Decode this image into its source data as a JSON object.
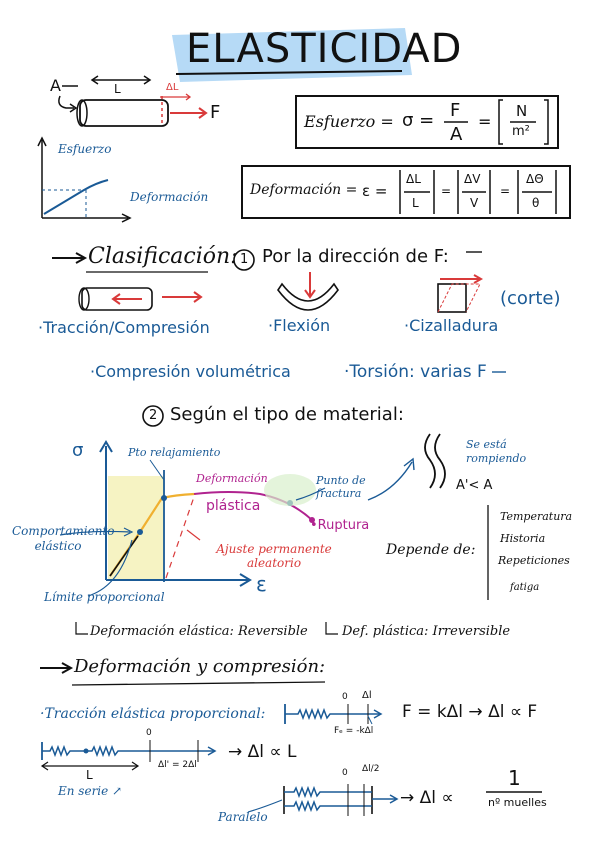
{
  "title": "Elasticidad",
  "diagram_top": {
    "label_a": "A",
    "label_l": "L",
    "label_dl": "ΔL",
    "label_f": "F",
    "graph_ylabel": "Esfuerzo",
    "graph_xlabel": "Deformación"
  },
  "formulas": {
    "stress_label": "Esfuerzo =",
    "stress_symbol": "σ =",
    "stress_num": "F",
    "stress_den": "A",
    "stress_unit_eq": "=",
    "stress_unit_num": "N",
    "stress_unit_den": "m²",
    "strain_label": "Deformación =",
    "strain_symbol": "ε =",
    "strain_1_num": "ΔL",
    "strain_1_den": "L",
    "strain_2_num": "ΔV",
    "strain_2_den": "V",
    "strain_3_num": "ΔΘ",
    "strain_3_den": "θ",
    "eq": "="
  },
  "classification": {
    "heading": "Clasificación:",
    "point1_num": "1",
    "point1_text": "Por la dirección de F:",
    "corte": "(corte)",
    "items": [
      "·Tracción/Compresión",
      "·Flexión",
      "·Cizalladura",
      "·Compresión volumétrica",
      "·Torsión: varias F"
    ],
    "point2_num": "2",
    "point2_text": "Según el tipo de material:"
  },
  "material_graph": {
    "sigma": "σ",
    "epsilon": "ε",
    "pto_relajamiento": "Pto relajamiento",
    "deformacion": "Deformación",
    "plastica": "plástica",
    "punto_fractura": "Punto de fractura",
    "ruptura": "•Ruptura",
    "ajuste": "Ajuste permanente aleatorio",
    "comportamiento": "Comportamiento elástico",
    "limite": "Límite proporcional",
    "se_esta": "Se está rompiendo",
    "a_lt": "A'< A",
    "depende": "Depende de:",
    "factors": [
      "Temperatura",
      "Historia",
      "Repeticiones",
      "fatiga"
    ],
    "note_left": "Deformación elástica: Reversible",
    "note_right": "Def. plástica: Irreversible"
  },
  "springs": {
    "heading": "Deformación y compresión:",
    "traccion": "·Tracción elástica proporcional:",
    "zero": "0",
    "dl": "Δl",
    "fe": "Fₑ = -kΔl",
    "law": "F = kΔl → Δl ∝ F",
    "series_dl": "Δl' = 2Δl",
    "series_res": "→ Δl ∝ L",
    "series_l": "L",
    "series_label": "En serie ↗",
    "dl_half": "Δl/2",
    "parallel_label": "Paralelo",
    "parallel_res": "→ Δl ∝",
    "parallel_num": "1",
    "parallel_den": "nº muelles"
  }
}
